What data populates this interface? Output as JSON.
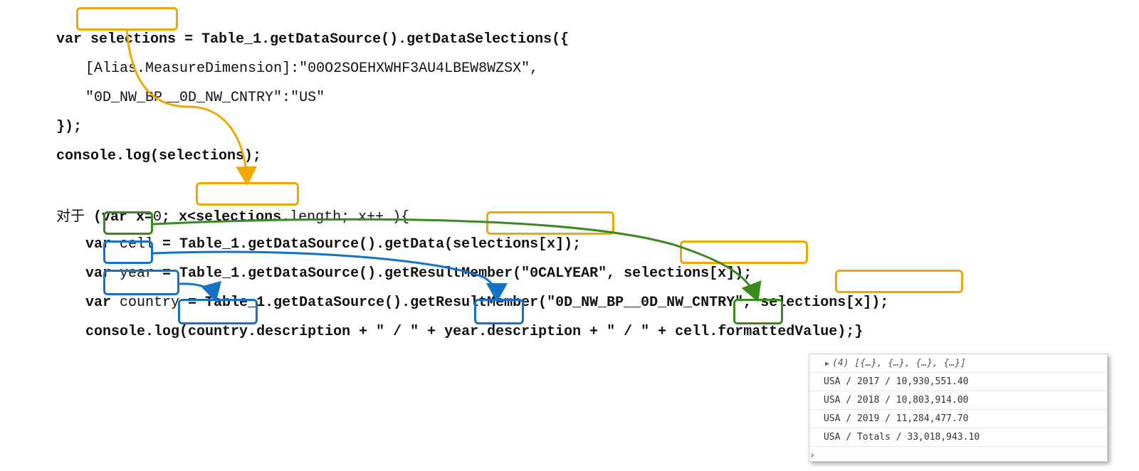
{
  "code": {
    "line1": {
      "a": "var ",
      "b": "selections",
      "c": " = Table_1.getDataSource().getDataSelections({"
    },
    "line2": {
      "a": "[Alias",
      "b": ".MeasureDimension]:\"00O2SOEHXWHF3AU4LBEW8WZSX\","
    },
    "line3": {
      "a": "\"0D_NW_BP__0D_NW_CNTRY\":\"US\""
    },
    "line4": {
      "a": "});"
    },
    "line5": {
      "a": "console.log(selections);"
    },
    "line6": {
      "cjk": "对于",
      "a": " (var x=",
      "b": "0",
      "c": "; x<",
      "d": "selections",
      "e": ".length; x++ ){"
    },
    "line7": {
      "a": "var ",
      "b": "cell",
      "c": " = Table_1.getDataSource().getData(",
      "d": "selections[x]",
      "e": ");"
    },
    "line8": {
      "a": "var ",
      "b": "year",
      "c": " = Table_1.getDataSource().getResultMember(\"0CALYEAR\", ",
      "d": "selections[x]",
      "e": ");"
    },
    "line9": {
      "a": "var ",
      "b": "country",
      "c": " = Table_1.getDataSource().getResultMember(\"0D_NW_BP__0D_NW_CNTRY\", ",
      "d": "selections[x]",
      "e": ");"
    },
    "line10": {
      "a": "console.log(",
      "b": "country",
      "c": ".description + \" / \" + ",
      "d": "year",
      "e": ".description + \" / \" + ",
      "f": "cell",
      "g": ".formattedValue);}"
    }
  },
  "console": {
    "header": "(4) [{…}, {…}, {…}, {…}]",
    "rows": [
      "USA / 2017 / 10,930,551.40",
      "USA / 2018 / 10,803,914.00",
      "USA / 2019 / 11,284,477.70",
      "USA / Totals / 33,018,943.10"
    ],
    "prompt": "›"
  },
  "colors": {
    "orange": "#f0a800",
    "green": "#3a8a1e",
    "blue": "#1473c7"
  },
  "icons": {
    "expand": "triangle-right-icon",
    "prompt": "chevron-right-icon"
  }
}
